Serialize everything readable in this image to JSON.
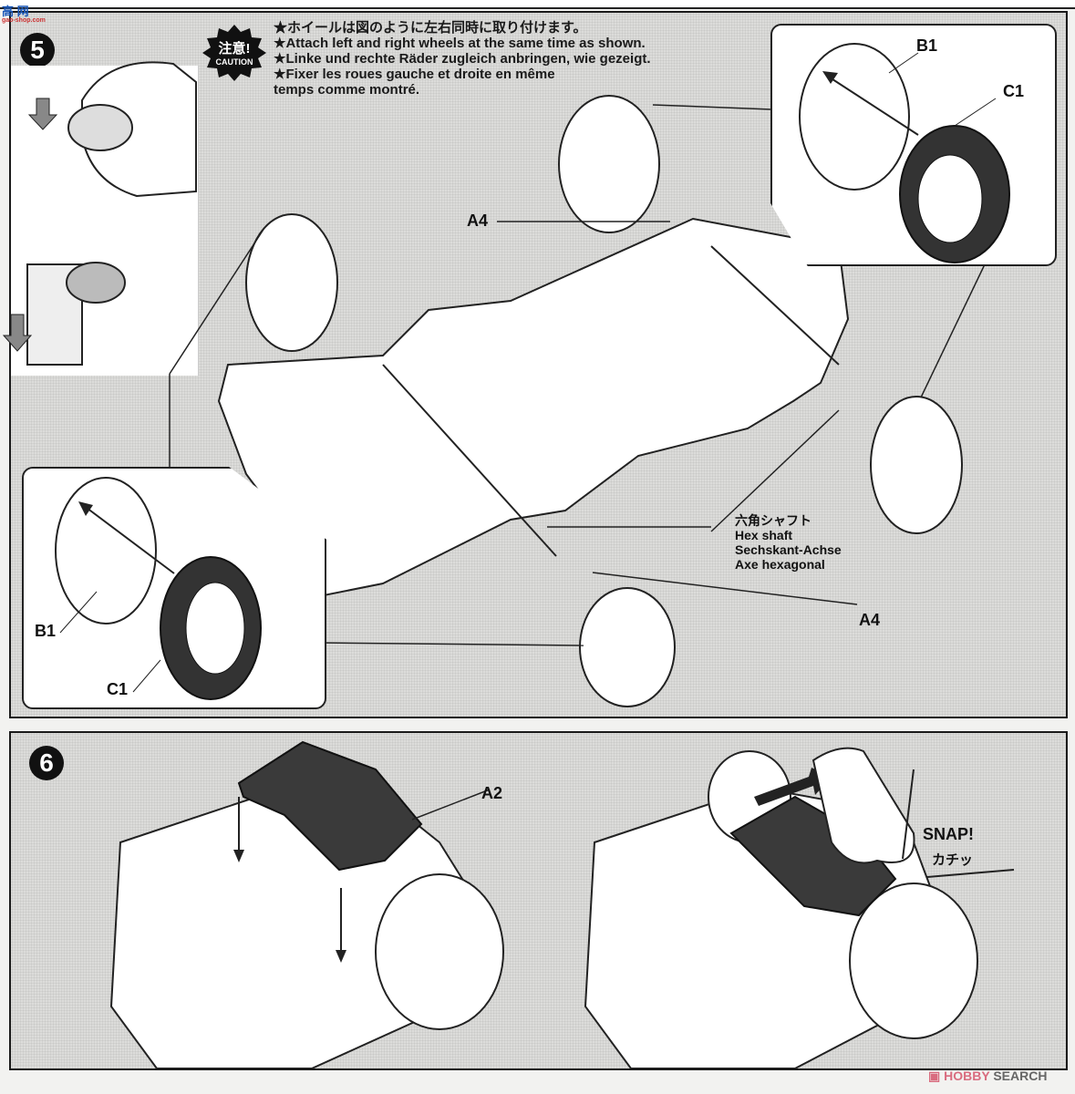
{
  "watermark_top": {
    "chars": "高 网",
    "sub": "gao-shop.com"
  },
  "step5": {
    "number": "5",
    "caution": {
      "jp": "注意!",
      "en": "CAUTION"
    },
    "notes": [
      "★ホイールは図のように左右同時に取り付けます。",
      "★Attach left and right wheels at the same time as shown.",
      "★Linke und rechte Räder zugleich anbringen, wie gezeigt.",
      "★Fixer les roues gauche et droite en même",
      "temps comme montré."
    ],
    "parts": {
      "wheel": "B1",
      "tire": "C1",
      "bushing": "A4"
    },
    "hex_shaft": [
      "六角シャフト",
      "Hex shaft",
      "Sechskant-Achse",
      "Axe hexagonal"
    ]
  },
  "step6": {
    "number": "6",
    "part": "A2",
    "snap": "SNAP!",
    "snap_jp": "カチッ"
  },
  "footer": {
    "brand_hobby": "HOBBY",
    "brand_search": "SEARCH"
  }
}
